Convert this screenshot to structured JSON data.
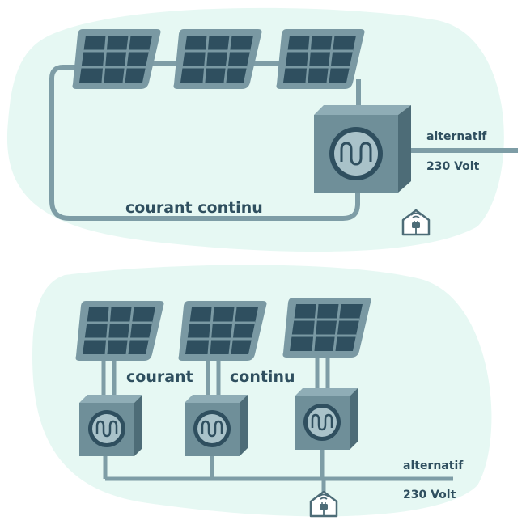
{
  "colors": {
    "blob": "#e6f8f3",
    "wire": "#7e9da6",
    "panel_frame": "#7a99a3",
    "panel_cell": "#2f4f5f",
    "box_front": "#6f8f99",
    "box_side": "#4d6c77",
    "box_top": "#8fadb6",
    "text": "#2f4f5f"
  },
  "diagram_top": {
    "label_dc": "courant continu",
    "label_ac_1": "alternatif",
    "label_ac_2": "230 Volt",
    "icons": [
      "solar-panel-icon",
      "solar-panel-icon",
      "solar-panel-icon",
      "inverter-sine-wave-icon",
      "smart-home-plug-icon"
    ]
  },
  "diagram_bottom": {
    "label_dc_1": "courant",
    "label_dc_2": "continu",
    "label_ac_1": "alternatif",
    "label_ac_2": "230 Volt",
    "icons": [
      "solar-panel-icon",
      "solar-panel-icon",
      "solar-panel-icon",
      "inverter-sine-wave-icon",
      "inverter-sine-wave-icon",
      "inverter-sine-wave-icon",
      "smart-home-plug-icon"
    ]
  }
}
